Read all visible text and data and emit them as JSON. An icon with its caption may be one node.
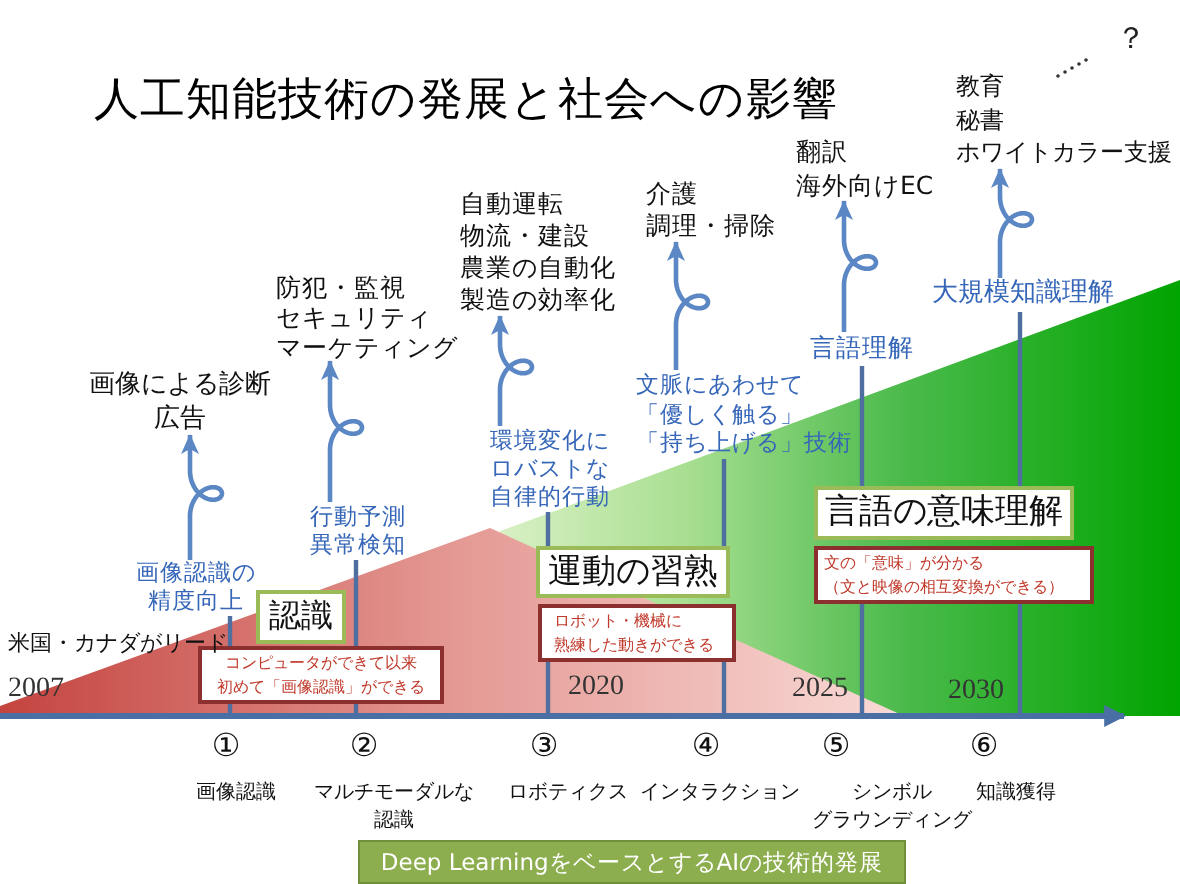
{
  "diagram": {
    "title": "人工知能技術の発展と社会への影響",
    "nodes": [
      {
        "text": [
          "画像による診断",
          "広告"
        ]
      },
      {
        "text": [
          "画像認識の精度向上"
        ]
      },
      {
        "text": [
          "防犯・監視",
          "セキュリティ",
          "マーケティング"
        ]
      },
      {
        "text": [
          "行動予測",
          "異常検知"
        ]
      },
      {
        "text": [
          "自動運転",
          "物流・建設",
          "農業の自動化",
          "製造の効率化"
        ]
      },
      {
        "text": [
          "環境変化にロバストな自律的行動"
        ]
      },
      {
        "text": [
          "介護",
          "調理・掃除"
        ]
      },
      {
        "text": [
          "文脈にあわせて「優しく触る」「持ち上げる」技術"
        ]
      },
      {
        "text": [
          "翻訳",
          "海外向けEC"
        ]
      },
      {
        "text": [
          "言語理解"
        ]
      },
      {
        "text": [
          "教育",
          "秘書",
          "ホワイトカラー支援"
        ]
      },
      {
        "text": [
          "大規模知識理解"
        ]
      },
      {
        "text": [
          "認識"
        ]
      },
      {
        "text": [
          "コンピュータができて以来初めて「画像認識」ができる"
        ]
      },
      {
        "text": [
          "運動の習熟"
        ]
      },
      {
        "text": [
          "ロボット・機械に熟練した動きができる"
        ]
      },
      {
        "text": [
          "言語の意味理解"
        ]
      },
      {
        "text": [
          "文の「意味」が分かる（文と映像の相互変換ができる）"
        ]
      },
      {
        "text": [
          "Deep LearningをベースとするAIの技術的発展"
        ]
      }
    ],
    "edges": [
      {
        "from": 1,
        "to": 0,
        "arrow": "to"
      },
      {
        "from": 3,
        "to": 2,
        "arrow": "to"
      },
      {
        "from": 5,
        "to": 4,
        "arrow": "to"
      },
      {
        "from": 7,
        "to": 6,
        "arrow": "to"
      },
      {
        "from": 9,
        "to": 8,
        "arrow": "to"
      },
      {
        "from": 11,
        "to": 10,
        "arrow": "to"
      },
      {
        "from": 1,
        "to": 13,
        "arrow": "none"
      },
      {
        "from": 3,
        "to": 13,
        "arrow": "none"
      },
      {
        "from": 5,
        "to": 14,
        "arrow": "none"
      },
      {
        "from": 7,
        "to": 14,
        "arrow": "none"
      },
      {
        "from": 9,
        "to": 16,
        "arrow": "none"
      },
      {
        "from": 11,
        "to": 16,
        "arrow": "none"
      }
    ],
    "labels": [
      "？",
      "米国・カナダがリード",
      "2007",
      "2020",
      "2025",
      "2030",
      "①",
      "②",
      "③",
      "④",
      "⑤",
      "⑥",
      "画像認識",
      "マルチモーダルな認識",
      "ロボティクス",
      "インタラクション",
      "シンボルグラウンディング",
      "知識獲得"
    ]
  }
}
